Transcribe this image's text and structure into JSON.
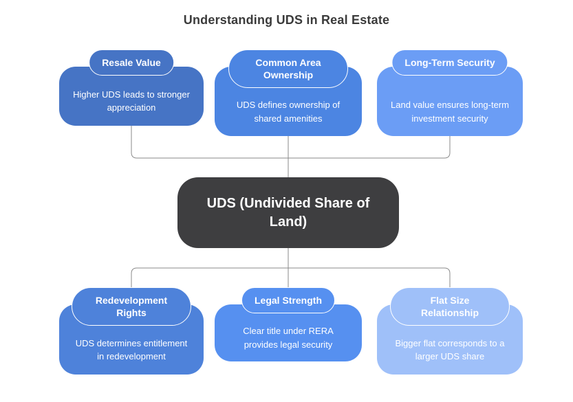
{
  "title": "Understanding UDS in Real Estate",
  "center_node": {
    "label": "UDS (Undivided Share of Land)",
    "color": "#3e3e40",
    "text_color": "#ffffff"
  },
  "top_nodes": [
    {
      "label": "Resale Value",
      "description": "Higher UDS leads to stronger appreciation",
      "color": "#4674c5"
    },
    {
      "label": "Common Area Ownership",
      "description": "UDS defines ownership of shared amenities",
      "color": "#4c85e2"
    },
    {
      "label": "Long-Term Security",
      "description": "Land value ensures long-term investment security",
      "color": "#6b9df5"
    }
  ],
  "bottom_nodes": [
    {
      "label": "Redevelopment Rights",
      "description": "UDS determines entitlement in redevelopment",
      "color": "#4e82da"
    },
    {
      "label": "Legal Strength",
      "description": "Clear title under RERA provides legal security",
      "color": "#5690f0"
    },
    {
      "label": "Flat Size Relationship",
      "description": "Bigger flat corresponds to a larger UDS share",
      "color": "#9fc0f9"
    }
  ],
  "connectors": {
    "color": "#8a8a8a"
  },
  "title_color": "#3b3b3b",
  "background_color": "#ffffff"
}
